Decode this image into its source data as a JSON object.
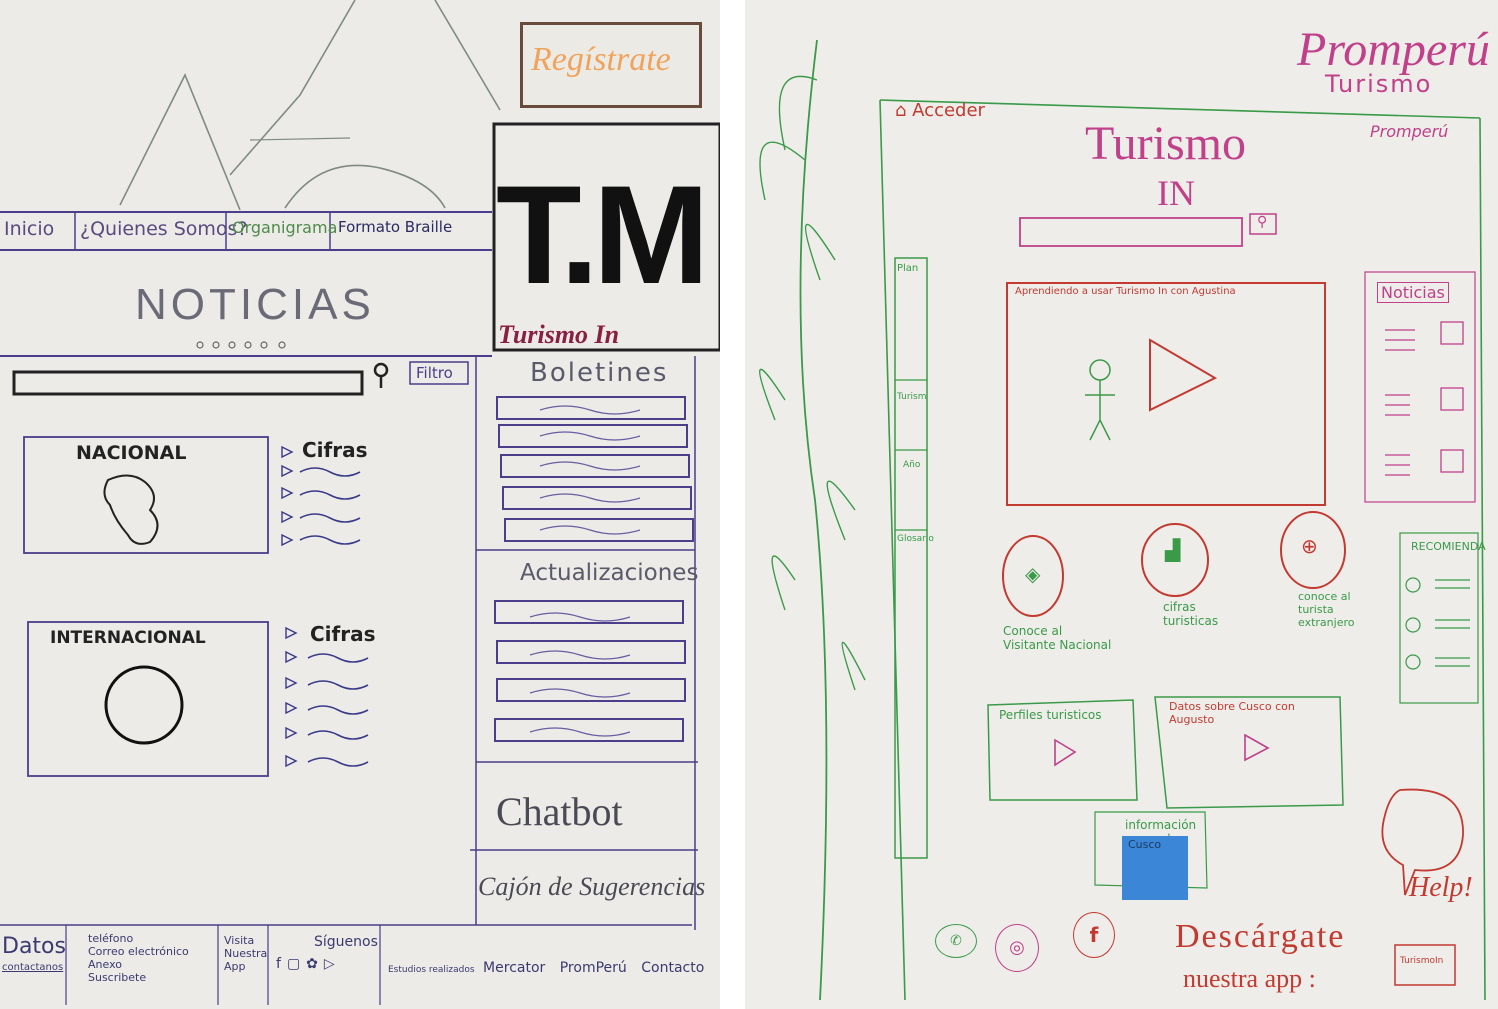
{
  "left_sketch": {
    "register_button": "Regístrate",
    "nav": [
      "Inicio",
      "¿Quienes Somos?",
      "Organigrama",
      "Formato Braille"
    ],
    "logo_letters": "T.M",
    "brand": "Turismo In",
    "section_title": "NOTICIAS",
    "filter_label": "Filtro",
    "national": {
      "label": "NACIONAL",
      "stats_title": "Cifras"
    },
    "international": {
      "label": "INTERNACIONAL",
      "stats_title": "Cifras"
    },
    "bulletins_title": "Boletines",
    "updates_title": "Actualizaciones",
    "chatbot": "Chatbot",
    "suggestions": "Cajón de Sugerencias",
    "footer": {
      "data_title": "Datos",
      "data_sub": "contactanos",
      "contact": [
        "teléfono",
        "Correo electrónico",
        "Anexo",
        "Suscribete"
      ],
      "app": [
        "Visita",
        "Nuestra",
        "App"
      ],
      "follow": "Síguenos",
      "links": [
        "Estudios realizados",
        "Mercator",
        "PromPerú",
        "Contacto"
      ]
    }
  },
  "right_sketch": {
    "header_title": "Promperú",
    "header_sub": "Turismo",
    "login": "Acceder",
    "corner_brand": "Promperú",
    "title_line1": "Turismo",
    "title_line2": "IN",
    "video_caption": "Aprendiendo a usar Turismo In con Agustina",
    "news": "Noticias",
    "recommend": "RECOMIENDA",
    "features": [
      {
        "label": "Conoce al Visitante Nacional"
      },
      {
        "label": "cifras turisticas"
      },
      {
        "label": "conoce al turista extranjero"
      }
    ],
    "cards": [
      "Perfiles turisticos",
      "Datos sobre Cusco con Augusto"
    ],
    "info_label": "información general",
    "sticky_note": "Cusco",
    "help": "Help!",
    "download_line1": "Descárgate",
    "download_line2": "nuestra app :",
    "app_badge": "TurismoIn",
    "sidebar_labels": [
      "Plan",
      "Turism",
      "Año",
      "Glosario"
    ]
  }
}
